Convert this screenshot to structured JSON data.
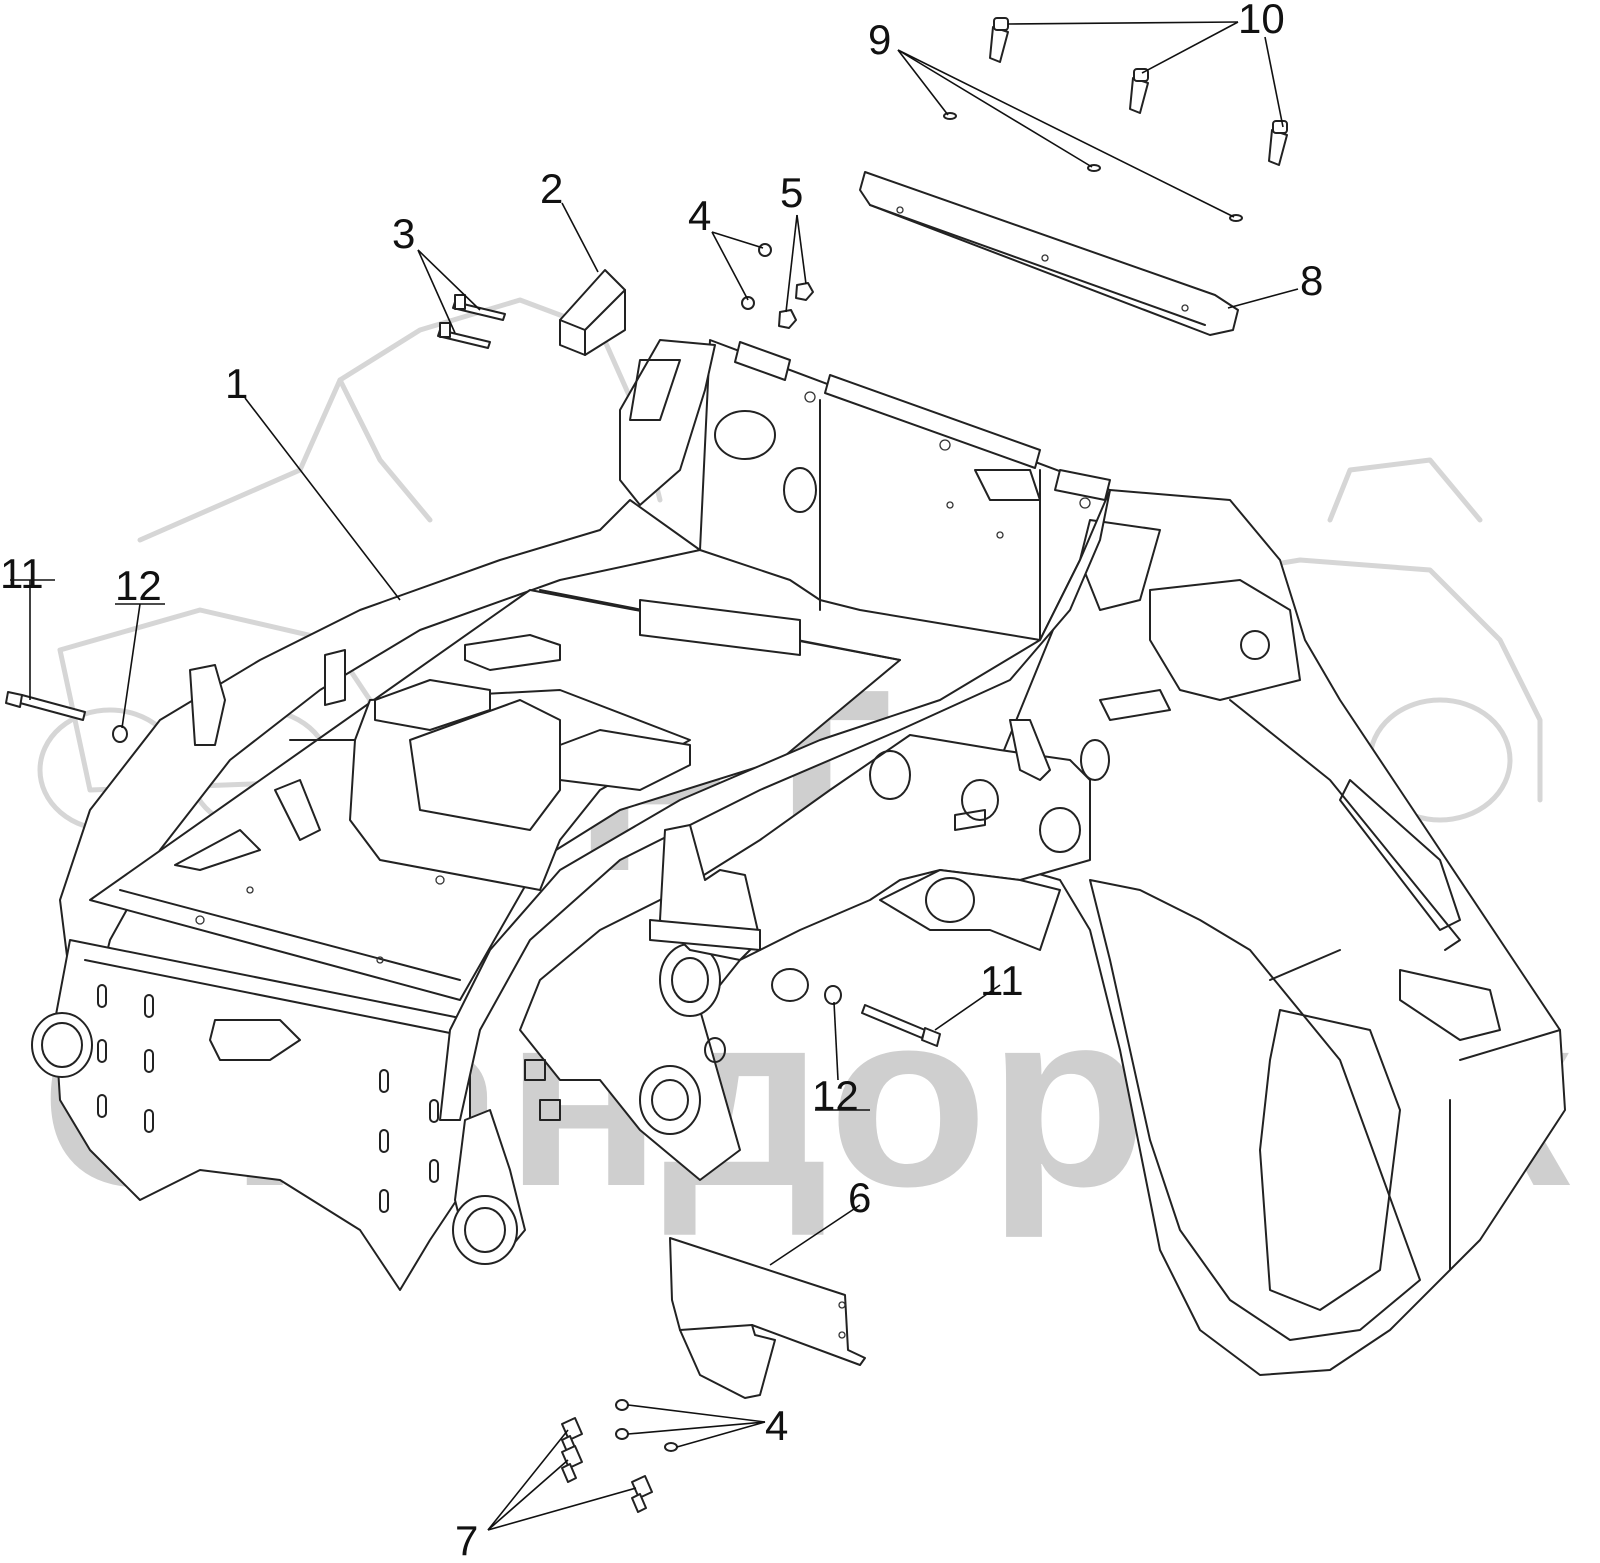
{
  "diagram": {
    "callouts": [
      {
        "id": "c1",
        "label": "1"
      },
      {
        "id": "c2",
        "label": "2"
      },
      {
        "id": "c3",
        "label": "3"
      },
      {
        "id": "c4a",
        "label": "4"
      },
      {
        "id": "c5",
        "label": "5"
      },
      {
        "id": "c6",
        "label": "6"
      },
      {
        "id": "c7",
        "label": "7"
      },
      {
        "id": "c8",
        "label": "8"
      },
      {
        "id": "c9",
        "label": "9"
      },
      {
        "id": "c10",
        "label": "10"
      },
      {
        "id": "c11a",
        "label": "11"
      },
      {
        "id": "c12a",
        "label": "12"
      },
      {
        "id": "c11b",
        "label": "11"
      },
      {
        "id": "c12b",
        "label": "12"
      },
      {
        "id": "c4b",
        "label": "4"
      }
    ],
    "watermark": {
      "brand_top": "SFT",
      "brand_bottom": "СкандорТек"
    }
  },
  "colors": {
    "line": "#222222",
    "watermark": "#cfcfcf",
    "background": "#ffffff"
  }
}
